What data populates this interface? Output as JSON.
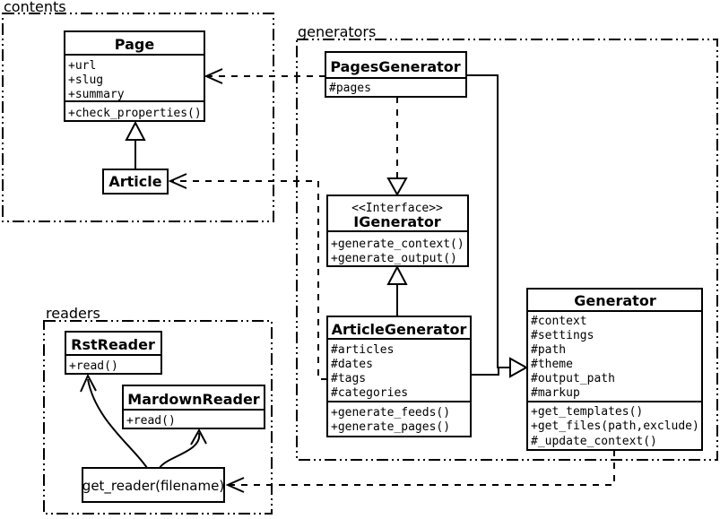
{
  "packages": {
    "contents": {
      "label": "contents"
    },
    "generators": {
      "label": "generators"
    },
    "readers": {
      "label": "readers"
    }
  },
  "classes": {
    "page": {
      "name": "Page",
      "attributes": [
        "+url",
        "+slug",
        "+summary"
      ],
      "methods": [
        "+check_properties()"
      ]
    },
    "article": {
      "name": "Article"
    },
    "pagesGenerator": {
      "name": "PagesGenerator",
      "attributes": [
        "#pages"
      ]
    },
    "igenerator": {
      "stereotype": "<<Interface>>",
      "name": "IGenerator",
      "methods": [
        "+generate_context()",
        "+generate_output()"
      ]
    },
    "articleGenerator": {
      "name": "ArticleGenerator",
      "attributes": [
        "#articles",
        "#dates",
        "#tags",
        "#categories"
      ],
      "methods": [
        "+generate_feeds()",
        "+generate_pages()"
      ]
    },
    "generator": {
      "name": "Generator",
      "attributes": [
        "#context",
        "#settings",
        "#path",
        "#theme",
        "#output_path",
        "#markup"
      ],
      "methods": [
        "+get_templates()",
        "+get_files(path,exclude)",
        "#_update_context()"
      ]
    },
    "rstReader": {
      "name": "RstReader",
      "methods": [
        "+read()"
      ]
    },
    "mardownReader": {
      "name": "MardownReader",
      "methods": [
        "+read()"
      ]
    },
    "getReader": {
      "label": "get_reader(filename)"
    }
  },
  "colors": {
    "stroke": "#000000",
    "background": "#ffffff"
  }
}
